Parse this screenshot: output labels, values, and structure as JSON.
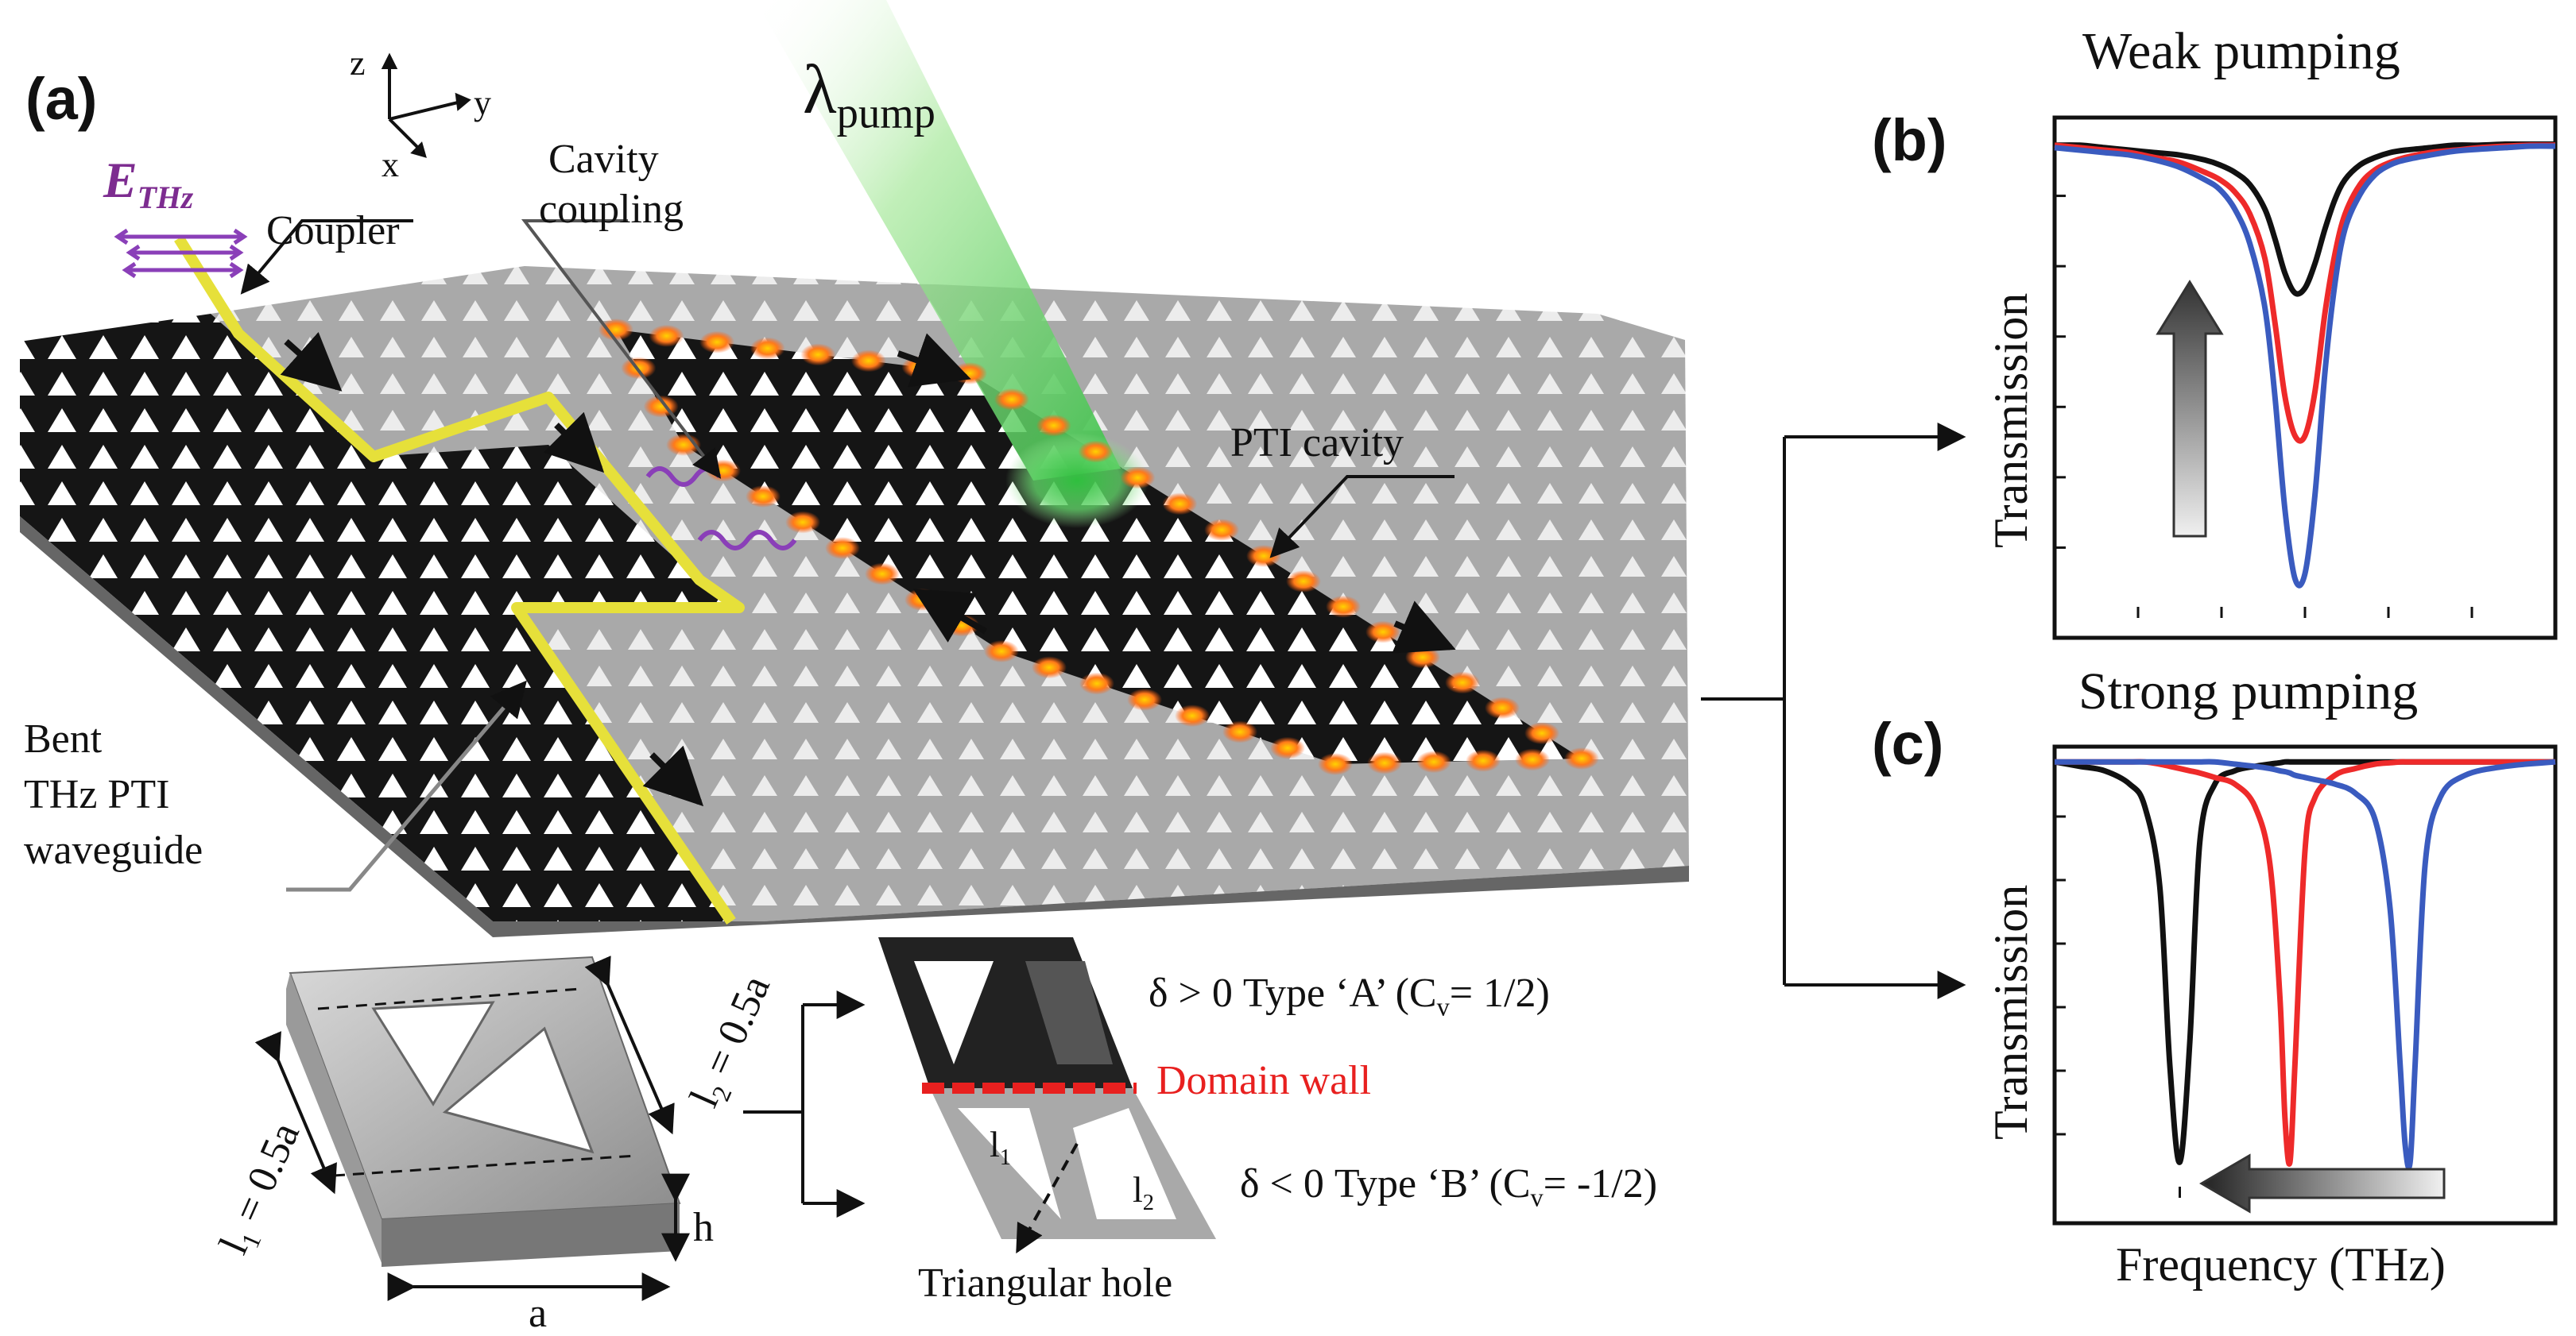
{
  "panel_a": {
    "letter": "(a)",
    "axes": {
      "z": "z",
      "y": "y",
      "x": "x"
    },
    "field_label": "E",
    "field_sub": "THz",
    "pump_label": "λ",
    "pump_sub": "pump",
    "coupler": "Coupler",
    "cavity_coupling_1": "Cavity",
    "cavity_coupling_2": "coupling",
    "pti_cavity": "PTI cavity",
    "bent_1": "Bent",
    "bent_2": "THz PTI",
    "bent_3": "waveguide",
    "unit_cell": {
      "l1_label": "l",
      "l1_sub": "1",
      "l1_value": "= 0.5a",
      "l2_label": "l",
      "l2_sub": "2",
      "l2_value": "= 0.5a",
      "h": "h",
      "a": "a"
    },
    "type_a": "δ > 0 Type ‘A’ (C",
    "type_a_sub": "v",
    "type_a_end": "= 1/2)",
    "domain_wall": "Domain wall",
    "type_b": "δ < 0 Type ‘B’ (C",
    "type_b_sub": "v",
    "type_b_end": "= -1/2)",
    "tri_l1": "l",
    "tri_l1_sub": "1",
    "tri_l2": "l",
    "tri_l2_sub": "2",
    "triangular_hole": "Triangular hole"
  },
  "panel_b": {
    "letter": "(b)",
    "title": "Weak pumping",
    "ylabel": "Transmission"
  },
  "panel_c": {
    "letter": "(c)",
    "title": "Strong pumping",
    "ylabel": "Transmission",
    "xlabel": "Frequency (THz)"
  },
  "colors": {
    "black": "#111111",
    "red": "#ee2a2a",
    "blue": "#3a5bbf",
    "yellow": "#e6e03a",
    "domain_wall": "#e8201f",
    "pump": "#7ddc6a",
    "field": "#8a3fb8"
  },
  "chart_data": [
    {
      "type": "line",
      "title": "Weak pumping",
      "ylabel": "Transmission",
      "xlabel": "",
      "x": [
        0.0,
        0.05,
        0.1,
        0.15,
        0.2,
        0.25,
        0.3,
        0.33,
        0.36,
        0.39,
        0.42,
        0.44,
        0.46,
        0.48,
        0.5,
        0.52,
        0.54,
        0.56,
        0.58,
        0.61,
        0.64,
        0.67,
        0.7,
        0.75,
        0.8,
        0.85,
        0.9,
        0.95,
        1.0
      ],
      "series": [
        {
          "name": "",
          "color": "black",
          "values": [
            0.96,
            0.96,
            0.955,
            0.95,
            0.945,
            0.94,
            0.93,
            0.92,
            0.905,
            0.88,
            0.83,
            0.77,
            0.7,
            0.66,
            0.67,
            0.72,
            0.79,
            0.85,
            0.89,
            0.92,
            0.935,
            0.945,
            0.95,
            0.955,
            0.96,
            0.96,
            0.962,
            0.962,
            0.962
          ]
        },
        {
          "name": "",
          "color": "red",
          "values": [
            0.96,
            0.955,
            0.95,
            0.945,
            0.935,
            0.925,
            0.905,
            0.89,
            0.865,
            0.82,
            0.73,
            0.6,
            0.45,
            0.37,
            0.37,
            0.46,
            0.62,
            0.74,
            0.82,
            0.88,
            0.91,
            0.925,
            0.935,
            0.945,
            0.95,
            0.955,
            0.958,
            0.96,
            0.96
          ]
        },
        {
          "name": "",
          "color": "blue",
          "values": [
            0.955,
            0.95,
            0.945,
            0.94,
            0.93,
            0.915,
            0.89,
            0.87,
            0.83,
            0.76,
            0.63,
            0.45,
            0.22,
            0.08,
            0.09,
            0.25,
            0.5,
            0.68,
            0.79,
            0.86,
            0.9,
            0.92,
            0.93,
            0.94,
            0.948,
            0.952,
            0.955,
            0.958,
            0.958
          ]
        }
      ]
    },
    {
      "type": "line",
      "title": "Strong pumping",
      "ylabel": "Transmission",
      "xlabel": "Frequency (THz)",
      "x": [
        0.0,
        0.05,
        0.1,
        0.15,
        0.18,
        0.21,
        0.23,
        0.25,
        0.27,
        0.29,
        0.32,
        0.36,
        0.4,
        0.43,
        0.45,
        0.46,
        0.47,
        0.48,
        0.5,
        0.52,
        0.56,
        0.6,
        0.64,
        0.67,
        0.69,
        0.7,
        0.71,
        0.72,
        0.74,
        0.77,
        0.82,
        0.9,
        1.0
      ],
      "series": [
        {
          "name": "",
          "color": "black",
          "values": [
            0.98,
            0.97,
            0.96,
            0.93,
            0.88,
            0.7,
            0.3,
            0.08,
            0.35,
            0.8,
            0.93,
            0.96,
            0.97,
            0.975,
            0.978,
            0.98,
            0.98,
            0.98,
            0.98,
            0.98,
            0.98,
            0.98,
            0.98,
            0.98,
            0.98,
            0.98,
            0.98,
            0.98,
            0.98,
            0.98,
            0.98,
            0.98,
            0.98
          ]
        },
        {
          "name": "",
          "color": "red",
          "values": [
            0.98,
            0.98,
            0.98,
            0.98,
            0.98,
            0.975,
            0.97,
            0.965,
            0.96,
            0.955,
            0.945,
            0.93,
            0.88,
            0.75,
            0.45,
            0.18,
            0.08,
            0.3,
            0.78,
            0.9,
            0.95,
            0.965,
            0.975,
            0.978,
            0.98,
            0.98,
            0.98,
            0.98,
            0.98,
            0.98,
            0.98,
            0.98,
            0.98
          ]
        },
        {
          "name": "",
          "color": "blue",
          "values": [
            0.98,
            0.98,
            0.98,
            0.98,
            0.98,
            0.98,
            0.98,
            0.98,
            0.98,
            0.98,
            0.98,
            0.975,
            0.97,
            0.965,
            0.96,
            0.958,
            0.955,
            0.95,
            0.945,
            0.94,
            0.93,
            0.91,
            0.85,
            0.65,
            0.3,
            0.12,
            0.08,
            0.3,
            0.75,
            0.9,
            0.95,
            0.97,
            0.98
          ]
        }
      ]
    }
  ]
}
